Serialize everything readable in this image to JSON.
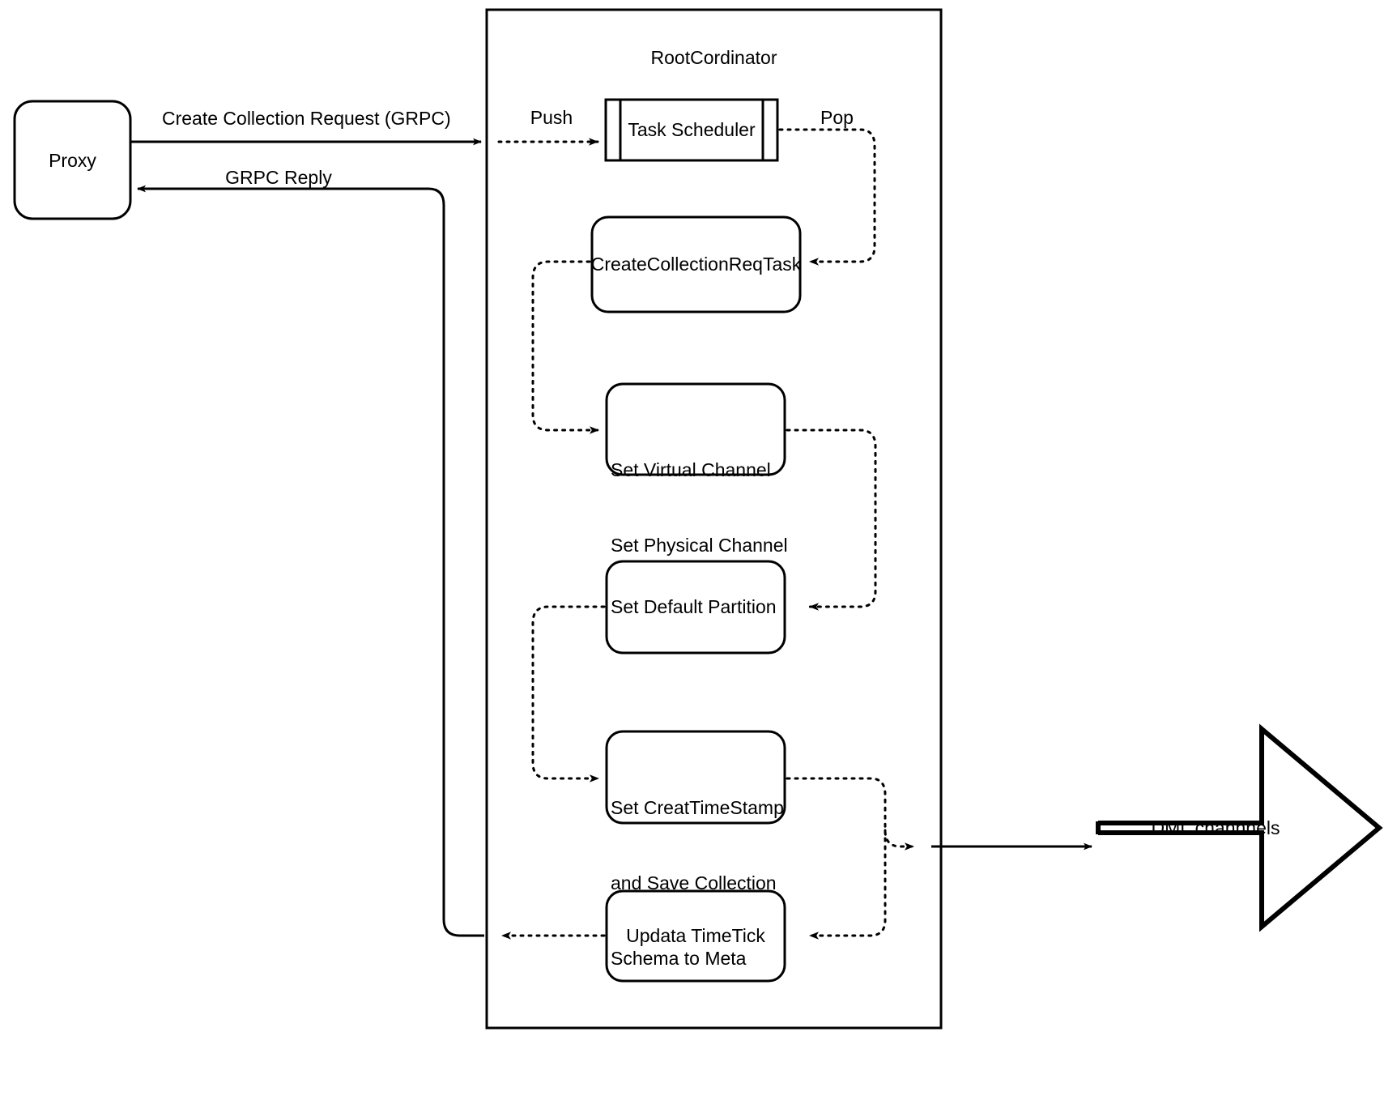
{
  "diagram": {
    "title_visible": false,
    "container": {
      "label": "RootCordinator",
      "stroke": "#000000",
      "fill": "#ffffff"
    },
    "external_nodes": [
      {
        "id": "proxy",
        "label": "Proxy",
        "shape": "rounded-rect"
      },
      {
        "id": "dml-channels",
        "label": "DML channnels",
        "shape": "block-arrow-right"
      }
    ],
    "internal_nodes": [
      {
        "id": "task-scheduler",
        "label": "Task Scheduler",
        "shape": "queue"
      },
      {
        "id": "create-collection-req-task",
        "label": "CreateCollectionReqTask",
        "shape": "rounded-rect"
      },
      {
        "id": "set-channels",
        "label": "Set Virtual Channel\nSet Physical Channel",
        "line1": "Set Virtual Channel",
        "line2": "Set Physical Channel",
        "shape": "rounded-rect"
      },
      {
        "id": "set-default-partition",
        "label": "Set Default Partition",
        "shape": "rounded-rect"
      },
      {
        "id": "set-create-timestamp",
        "label": "Set CreatTimeStamp\nand Save Collection\nSchema to Meta",
        "line1": "Set CreatTimeStamp",
        "line2": "and Save Collection",
        "line3": "Schema to Meta",
        "shape": "rounded-rect"
      },
      {
        "id": "update-timetick",
        "label": "Updata TimeTick",
        "shape": "rounded-rect"
      }
    ],
    "edge_labels": [
      {
        "id": "create-collection-request",
        "text": "Create Collection Request (GRPC)"
      },
      {
        "id": "grpc-reply",
        "text": "GRPC Reply"
      },
      {
        "id": "push",
        "text": "Push"
      },
      {
        "id": "pop",
        "text": "Pop"
      }
    ],
    "colors": {
      "stroke": "#000000",
      "fill": "#ffffff",
      "background": "#ffffff"
    }
  }
}
